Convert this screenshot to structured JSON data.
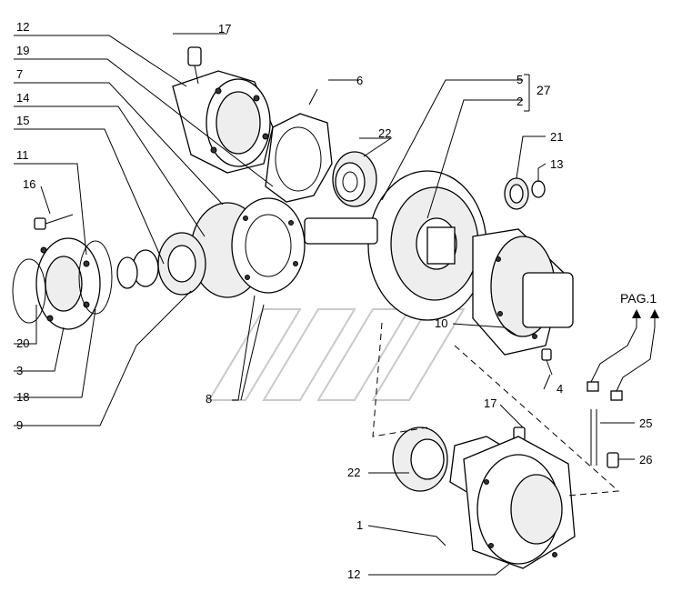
{
  "labels": {
    "l12a": "12",
    "l17a": "17",
    "l19": "19",
    "l6": "6",
    "l7": "7",
    "l14": "14",
    "l5": "5",
    "l2": "2",
    "l27": "27",
    "l15": "15",
    "l22a": "22",
    "l21": "21",
    "l11": "11",
    "l13": "13",
    "l16": "16",
    "lpag": "PAG.1",
    "l10": "10",
    "l20": "20",
    "l3": "3",
    "l18": "18",
    "l4": "4",
    "l8": "8",
    "l9": "9",
    "l25": "25",
    "l17b": "17",
    "l26": "26",
    "l22b": "22",
    "l1": "1",
    "l12b": "12"
  }
}
